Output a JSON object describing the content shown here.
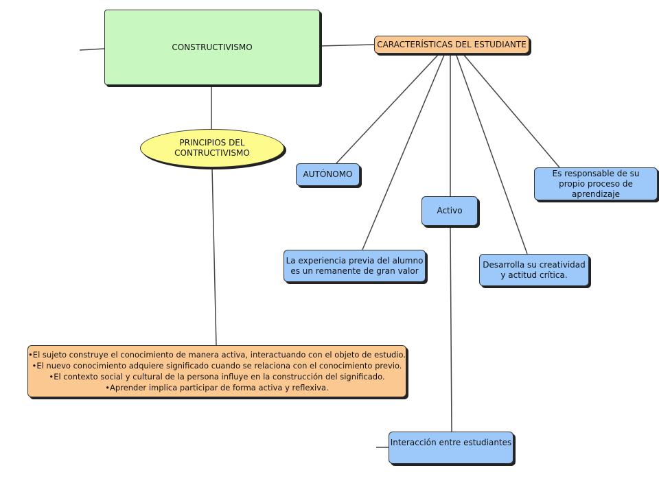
{
  "nodes": {
    "constructivismo": "CONSTRUCTIVISMO",
    "caracteristicas": "CARACTERÍSTICAS DEL ESTUDIANTE",
    "principios": "PRINCIPIOS DEL CONTRUCTIVISMO",
    "autonomo": "AUTÓNOMO",
    "responsable": "Es responsable de su\npropio proceso de aprendizaje",
    "activo": "Activo",
    "experiencia": "La experiencia previa del alumno\nes un remanente de gran valor",
    "creatividad": "Desarrolla su creatividad\ny actitud crítica.",
    "principios_lista": "•El sujeto construye el conocimiento de manera activa, interactuando con el objeto de estudio.\n•El nuevo conocimiento adquiere significado cuando se relaciona con el conocimiento previo.\n•El contexto social y cultural de la persona influye en la construcción del significado.\n•Aprender implica participar de forma activa y reflexiva.",
    "interaccion": "Interacción entre estudiantes"
  },
  "colors": {
    "green": "#c8f7c0",
    "orange": "#fbc891",
    "blue": "#9cc8fa",
    "yellow": "#fcfb8c",
    "line": "#444444"
  }
}
